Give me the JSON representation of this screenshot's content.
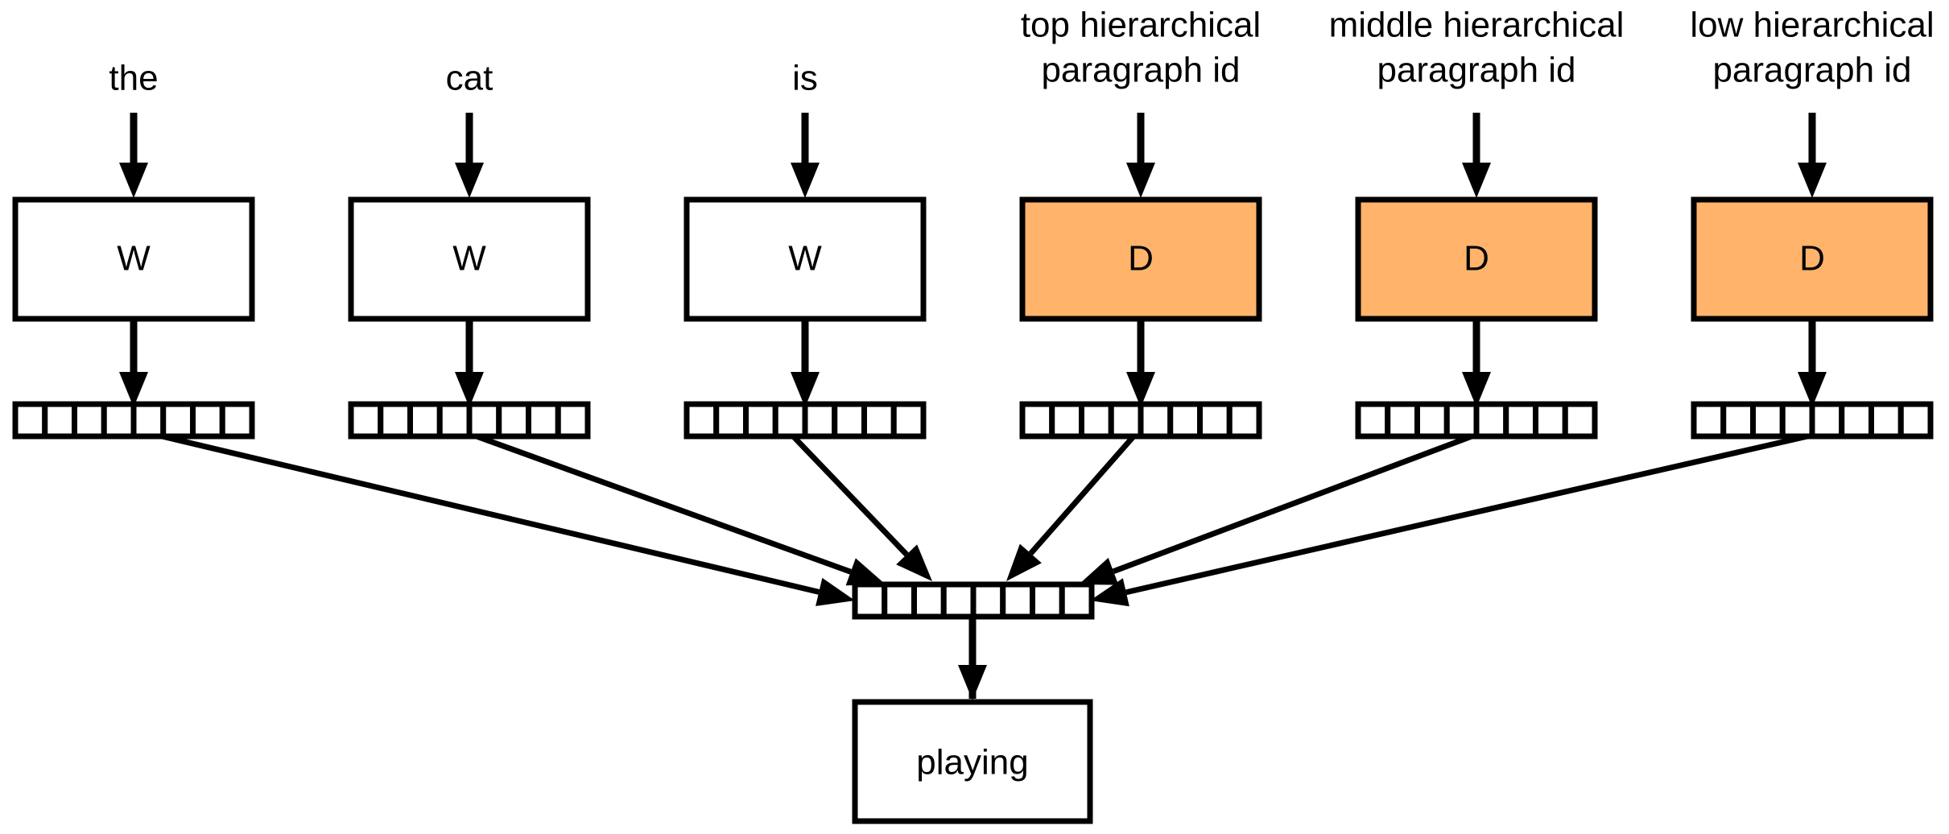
{
  "colors": {
    "stroke": "#000000",
    "w_fill": "#ffffff",
    "d_fill": "#ffb36b",
    "cell_fill": "#ffffff"
  },
  "inputs": [
    {
      "label_lines": [
        "the"
      ],
      "box_label": "W",
      "kind": "word"
    },
    {
      "label_lines": [
        "cat"
      ],
      "box_label": "W",
      "kind": "word"
    },
    {
      "label_lines": [
        "is"
      ],
      "box_label": "W",
      "kind": "word"
    },
    {
      "label_lines": [
        "top hierarchical",
        "paragraph id"
      ],
      "box_label": "D",
      "kind": "paragraph"
    },
    {
      "label_lines": [
        "middle hierarchical",
        "paragraph id"
      ],
      "box_label": "D",
      "kind": "paragraph"
    },
    {
      "label_lines": [
        "low hierarchical",
        "paragraph id"
      ],
      "box_label": "D",
      "kind": "paragraph"
    }
  ],
  "output": {
    "label": "playing"
  }
}
